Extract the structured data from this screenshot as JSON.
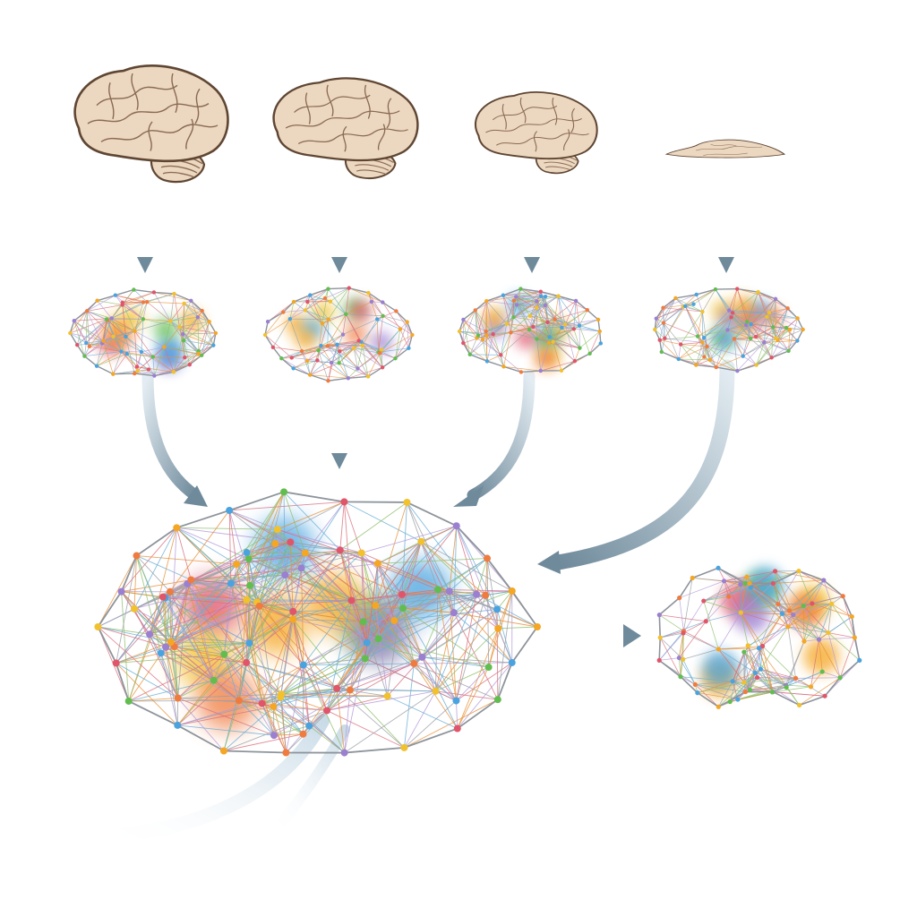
{
  "palette": {
    "brain_fill": "#ecd7c0",
    "brain_stroke": "#5f4633",
    "fold_stroke": "#8a6a52",
    "arrow_dark": "#6f8a9b",
    "arrow_light": "#d9e6ee",
    "mesh_stroke": "#8d949b",
    "blob_colors": [
      "#f5a623",
      "#4aa3df",
      "#62bd4f",
      "#e0556a",
      "#f2c12e",
      "#9b7fd0",
      "#f07b3f"
    ],
    "edge_colors": [
      "#e8923a",
      "#6aaed6",
      "#d9707e",
      "#8fbf6a",
      "#b59ad9",
      "#9aa0a6"
    ]
  },
  "brains": [
    {
      "name": "brain-large",
      "icon": "brain-icon"
    },
    {
      "name": "brain-medium",
      "icon": "brain-icon"
    },
    {
      "name": "brain-small",
      "icon": "brain-icon"
    },
    {
      "name": "brain-flat",
      "icon": "brain-icon"
    }
  ],
  "networks": [
    {
      "name": "network-1",
      "icon": "network-brain-icon"
    },
    {
      "name": "network-2",
      "icon": "network-brain-icon"
    },
    {
      "name": "network-3",
      "icon": "network-brain-icon"
    },
    {
      "name": "network-4",
      "icon": "network-brain-icon"
    }
  ],
  "merged_network": {
    "name": "merged-network",
    "icon": "network-brain-icon"
  },
  "output_network": {
    "name": "output-network",
    "icon": "network-brain-icon"
  }
}
